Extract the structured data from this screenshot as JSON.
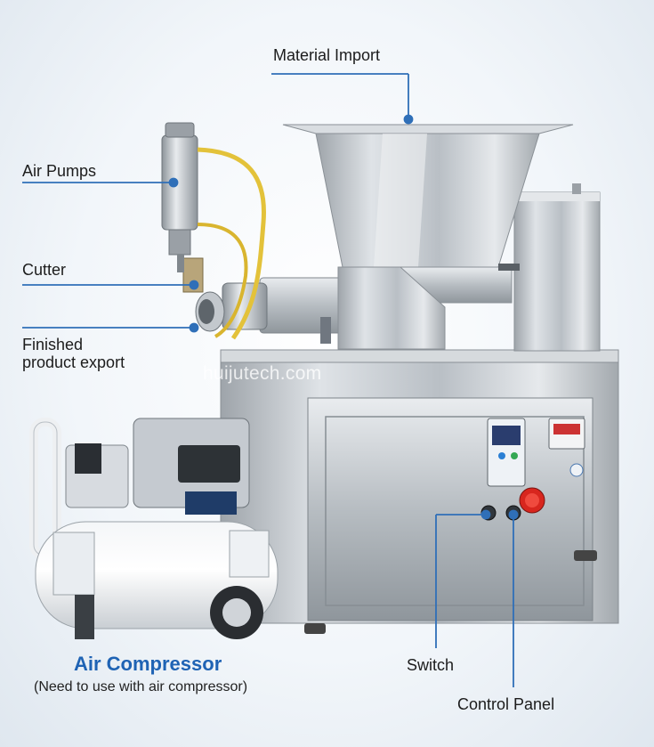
{
  "callouts": {
    "material_import": "Material Import",
    "air_pumps": "Air Pumps",
    "cutter": "Cutter",
    "finished_export": [
      "Finished",
      "product export"
    ],
    "switch": "Switch",
    "control_panel": "Control Panel"
  },
  "compressor": {
    "title": "Air Compressor",
    "note": "(Need to use with air compressor)"
  },
  "watermark": "huijutech.com",
  "colors": {
    "accent_blue": "#1f63b4",
    "callout_line": "#2f6fb8",
    "steel": "#c7ccd1",
    "emergency_red": "#d8261e",
    "air_hose": "#e3c23a"
  }
}
